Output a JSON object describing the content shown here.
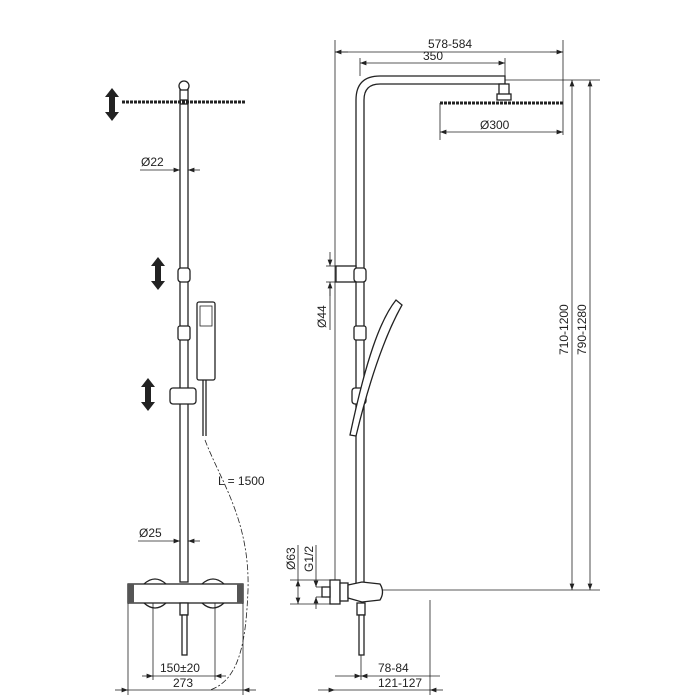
{
  "title": "Shower system dimension drawing",
  "front_view": {
    "pole_diameter_top": "Ø22",
    "pole_diameter_bottom": "Ø25",
    "hose_length": "L = 1500",
    "mixer_centers": "150±20",
    "mixer_width": "273"
  },
  "side_view": {
    "overall_reach": "578-584",
    "arm_length": "350",
    "head_diameter": "Ø300",
    "bracket_diameter": "Ø44",
    "height_range_1": "710-1200",
    "height_range_2": "790-1280",
    "flange_diameter": "Ø63",
    "thread": "G1/2",
    "wall_offset_1": "78-84",
    "wall_offset_2": "121-127"
  }
}
